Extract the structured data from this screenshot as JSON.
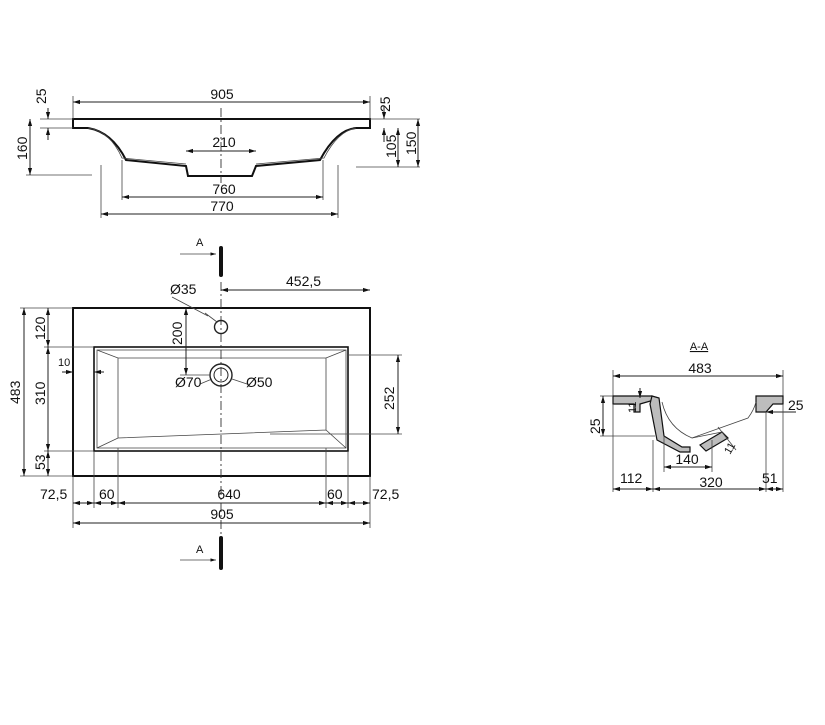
{
  "top_view": {
    "width_905": "905",
    "top_25_left": "25",
    "height_160": "160",
    "top_25_right": "25",
    "depth_105": "105",
    "depth_150": "150",
    "drain_210": "210",
    "bowl_760": "760",
    "bowl_770": "770"
  },
  "plan_view": {
    "section_marker_top": "A",
    "section_marker_bottom": "A",
    "tap_offset_452_5": "452,5",
    "tap_diameter_35": "Ø35",
    "tap_from_front_200": "200",
    "rear_120": "120",
    "depth_483": "483",
    "bowl_310": "310",
    "front_53": "53",
    "side_10": "10",
    "drain_outer_70": "Ø70",
    "drain_inner_50": "Ø50",
    "bowl_depth_252": "252",
    "side_72_5_left": "72,5",
    "rim_60_left": "60",
    "bowl_640": "640",
    "rim_60_right": "60",
    "side_72_5_right": "72,5",
    "total_905": "905"
  },
  "section_view": {
    "title": "A-A",
    "width_483": "483",
    "height_25_left": "25",
    "wall_11_left": "11",
    "rim_25_right": "25",
    "wall_11_right": "11",
    "drain_140": "140",
    "front_112": "112",
    "bowl_320": "320",
    "rear_51": "51"
  }
}
